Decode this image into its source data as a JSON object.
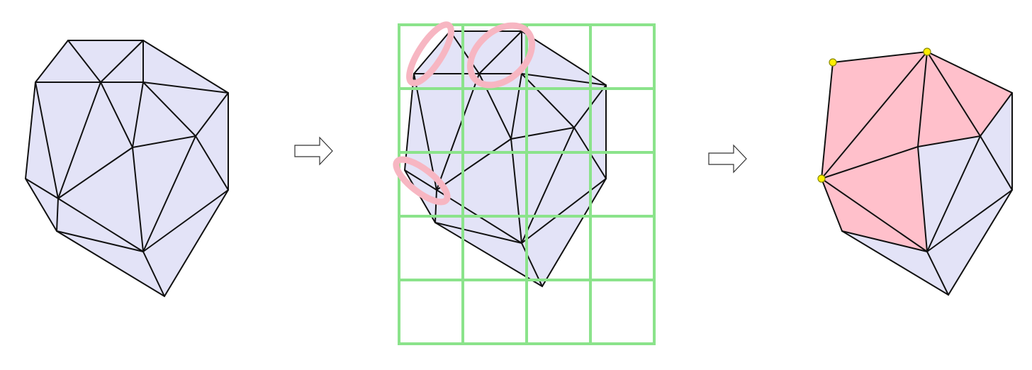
{
  "colors": {
    "mesh_fill": "#e3e3f7",
    "mesh_edge": "#111111",
    "grid": "#8be38b",
    "highlight": "#f7b6c2",
    "selected_fill": "#ffc0cb",
    "vertex_marker": "#ffee00",
    "background": "#ffffff"
  },
  "panels": [
    {
      "name": "input-mesh",
      "description_shown": false
    },
    {
      "name": "mesh-with-grid-overlay",
      "grid_columns": 4,
      "grid_rows": 5,
      "highlighted_regions": 3
    },
    {
      "name": "selected-region",
      "marked_vertices": 3,
      "selected_triangles": 5
    }
  ],
  "arrows": [
    {
      "name": "arrow-1",
      "icon": "right-arrow-icon"
    },
    {
      "name": "arrow-2",
      "icon": "right-arrow-icon"
    }
  ]
}
